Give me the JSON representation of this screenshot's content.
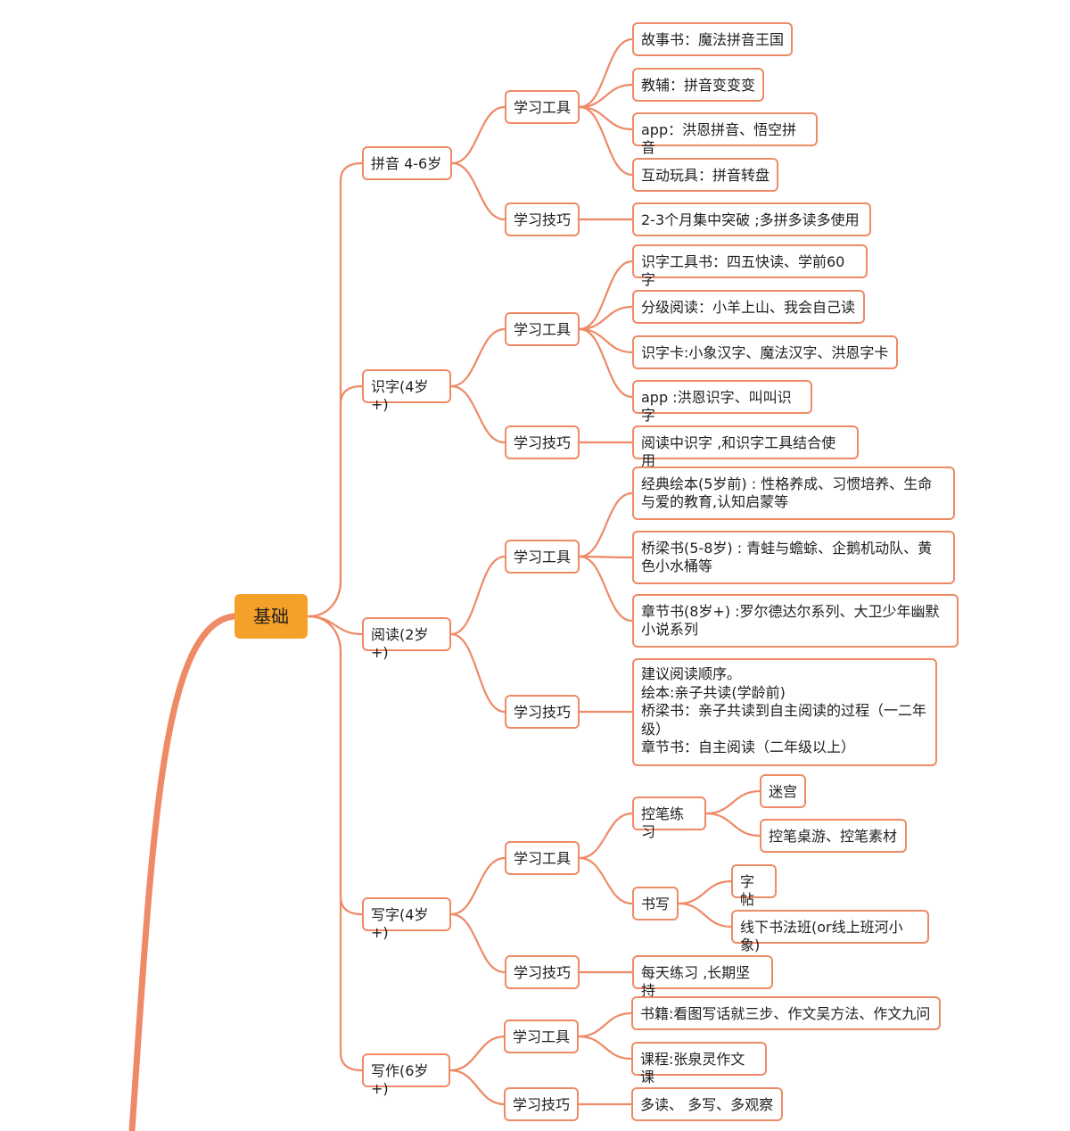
{
  "diagram": {
    "root": {
      "label": "基础"
    },
    "branches": [
      {
        "label": "拼音 4-6岁",
        "tools_label": "学习工具",
        "tools": [
          "故事书：魔法拼音王国",
          "教辅：拼音变变变",
          "app：洪恩拼音、悟空拼音",
          "互动玩具：拼音转盘"
        ],
        "tips_label": "学习技巧",
        "tips": "2-3个月集中突破 ;多拼多读多使用"
      },
      {
        "label": "识字(4岁+)",
        "tools_label": "学习工具",
        "tools": [
          "识字工具书：四五快读、学前60字",
          "分级阅读：小羊上山、我会自己读",
          "识字卡:小象汉字、魔法汉字、洪恩字卡",
          "app :洪恩识字、叫叫识字"
        ],
        "tips_label": "学习技巧",
        "tips": "阅读中识字 ,和识字工具结合使用"
      },
      {
        "label": "阅读(2岁+)",
        "tools_label": "学习工具",
        "tools": [
          "经典绘本(5岁前) : 性格养成、习惯培养、生命与爱的教育,认知启蒙等",
          "桥梁书(5-8岁) : 青蛙与蟾蜍、企鹅机动队、黄色小水桶等",
          "章节书(8岁+) :罗尔德达尔系列、大卫少年幽默小说系列"
        ],
        "tips_label": "学习技巧",
        "tips": "建议阅读顺序。\n绘本:亲子共读(学龄前)\n桥梁书：亲子共读到自主阅读的过程（一二年级）\n章节书：自主阅读（二年级以上）"
      },
      {
        "label": "写字(4岁+)",
        "tools_label": "学习工具",
        "tool_groups": [
          {
            "label": "控笔练习",
            "items": [
              "迷宫",
              "控笔桌游、控笔素材"
            ]
          },
          {
            "label": "书写",
            "items": [
              "字帖",
              "线下书法班(or线上班河小象)"
            ]
          }
        ],
        "tips_label": "学习技巧",
        "tips": "每天练习 ,长期坚持"
      },
      {
        "label": "写作(6岁+)",
        "tools_label": "学习工具",
        "tools": [
          "书籍:看图写话就三步、作文吴方法、作文九问",
          "课程:张泉灵作文课"
        ],
        "tips_label": "学习技巧",
        "tips": "多读、 多写、多观察"
      }
    ]
  }
}
